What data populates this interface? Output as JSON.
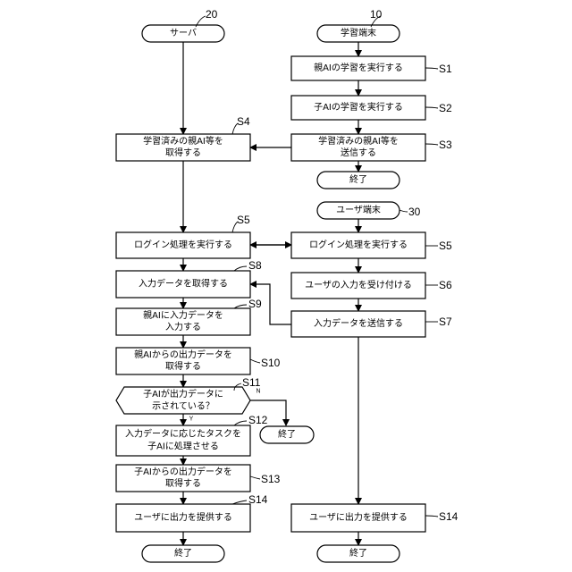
{
  "nodes": {
    "server": {
      "lines": [
        "サーバ"
      ]
    },
    "learn_term": {
      "lines": [
        "学習端末"
      ]
    },
    "s1": {
      "lines": [
        "親AIの学習を実行する"
      ]
    },
    "s2": {
      "lines": [
        "子AIの学習を実行する"
      ]
    },
    "s3": {
      "lines": [
        "学習済みの親AI等を",
        "送信する"
      ]
    },
    "s4": {
      "lines": [
        "学習済みの親AI等を",
        "取得する"
      ]
    },
    "end1": {
      "lines": [
        "終了"
      ]
    },
    "user_term": {
      "lines": [
        "ユーザ端末"
      ]
    },
    "s5a": {
      "lines": [
        "ログイン処理を実行する"
      ]
    },
    "s5b": {
      "lines": [
        "ログイン処理を実行する"
      ]
    },
    "s6": {
      "lines": [
        "ユーザの入力を受け付ける"
      ]
    },
    "s8": {
      "lines": [
        "入力データを取得する"
      ]
    },
    "s7": {
      "lines": [
        "入力データを送信する"
      ]
    },
    "s9": {
      "lines": [
        "親AIに入力データを",
        "入力する"
      ]
    },
    "s10": {
      "lines": [
        "親AIからの出力データを",
        "取得する"
      ]
    },
    "s11": {
      "lines": [
        "子AIが出力データに",
        "示されている？"
      ]
    },
    "end2": {
      "lines": [
        "終了"
      ]
    },
    "s12": {
      "lines": [
        "入力データに応じたタスクを",
        "子AIに処理させる"
      ]
    },
    "s13": {
      "lines": [
        "子AIからの出力データを",
        "取得する"
      ]
    },
    "s14a": {
      "lines": [
        "ユーザに出力を提供する"
      ]
    },
    "s14b": {
      "lines": [
        "ユーザに出力を提供する"
      ]
    },
    "end3": {
      "lines": [
        "終了"
      ]
    },
    "end4": {
      "lines": [
        "終了"
      ]
    }
  },
  "refs": {
    "r20": "20",
    "r10": "10",
    "r30": "30",
    "S1": "S1",
    "S2": "S2",
    "S3": "S3",
    "S4": "S4",
    "S5a": "S5",
    "S5b": "S5",
    "S6": "S6",
    "S7": "S7",
    "S8": "S8",
    "S9": "S9",
    "S10": "S10",
    "S11": "S11",
    "S12": "S12",
    "S13": "S13",
    "S14a": "S14",
    "S14b": "S14"
  },
  "branches": {
    "no": "N",
    "yes": "Y"
  }
}
